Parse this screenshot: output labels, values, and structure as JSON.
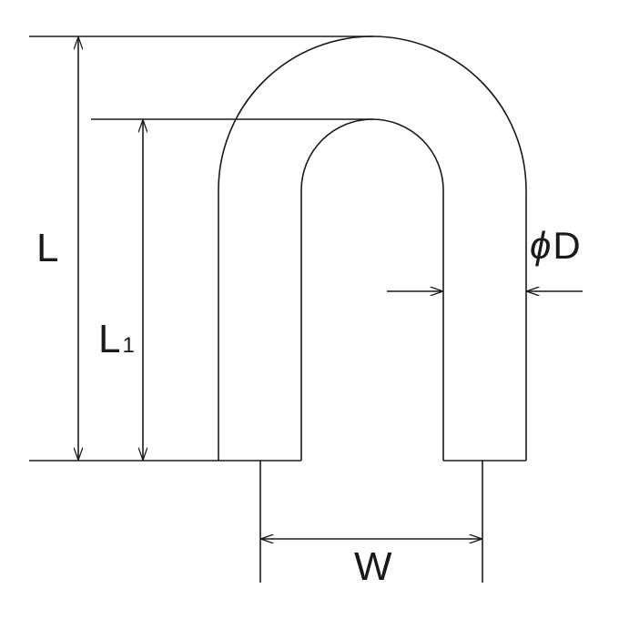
{
  "diagram": {
    "labels": {
      "L": "L",
      "L1_main": "L",
      "L1_sub": "1",
      "diameter_symbol": "ϕ",
      "diameter_letter": "D",
      "W": "W"
    },
    "colors": {
      "stroke": "#1a1a1a",
      "background": "#ffffff"
    }
  }
}
